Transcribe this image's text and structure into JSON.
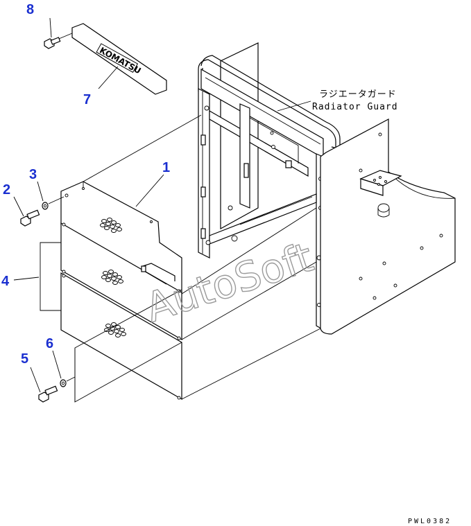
{
  "callouts": {
    "n1": "1",
    "n2": "2",
    "n3": "3",
    "n4": "4",
    "n5": "5",
    "n6": "6",
    "n7": "7",
    "n8": "8"
  },
  "labels": {
    "radiator_guard_jp": "ラジエータガード",
    "radiator_guard_en": "Radiator Guard",
    "logo_plate_text": "KOMATSU",
    "drawing_code": "PWL0382"
  },
  "watermark": "AutoSoft",
  "colors": {
    "callout": "#1a2fd0",
    "line": "#000000",
    "watermark": "#9a9a9a"
  }
}
